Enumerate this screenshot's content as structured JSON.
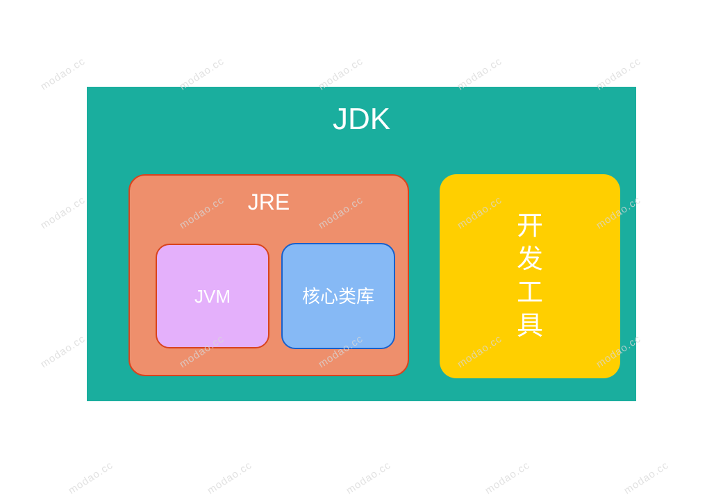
{
  "diagram": {
    "jdk": {
      "label": "JDK"
    },
    "jre": {
      "label": "JRE"
    },
    "jvm": {
      "label": "JVM"
    },
    "core_libraries": {
      "label": "核心类库"
    },
    "dev_tools": {
      "label": "开发工具"
    }
  },
  "watermark": {
    "text": "modao.cc"
  },
  "colors": {
    "jdk_fill": "#1aae9e",
    "jre_fill": "#ee8f6c",
    "jre_border": "#d9431e",
    "jvm_fill": "#e4b0fb",
    "core_libraries_fill": "#86b9f5",
    "core_libraries_border": "#1860cc",
    "dev_tools_fill": "#ffcf00",
    "label_text": "#ffffff"
  }
}
